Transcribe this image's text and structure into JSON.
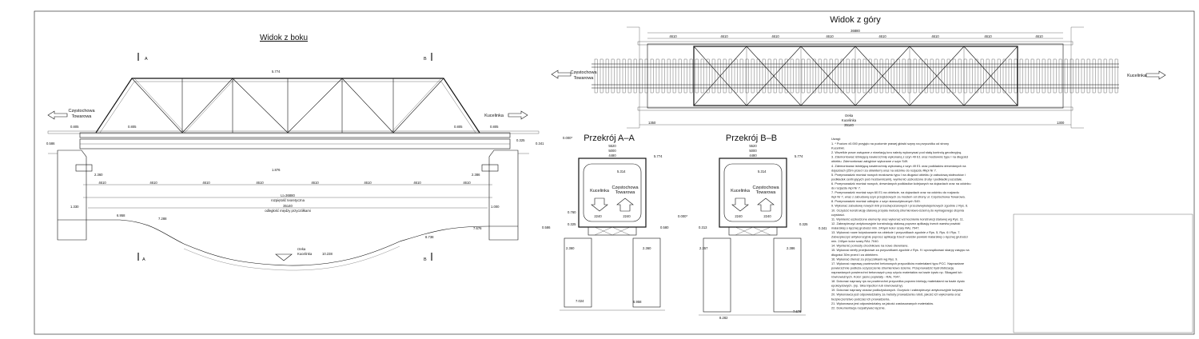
{
  "side_view": {
    "title": "Widok z boku",
    "section_a": "A",
    "section_b": "B",
    "dir_left": [
      "Częstochowa",
      "Towarowa"
    ],
    "dir_right": "Kucelinka",
    "river_label": "rzeka",
    "river_name": "Kucelinka",
    "top_level": "5.774",
    "lvl_0805_l": "0.805",
    "lvl_0805_r": "0.805",
    "lvl_0586": "0.586",
    "lvl_0325": "0.325",
    "lvl_0341": "0.341",
    "lvl_1876": "1.876",
    "lvl_2360": "2.360",
    "lvl_2386": "2.386",
    "lvl_6958": "6.958",
    "lvl_7288": "7.288",
    "lvl_7676": "7.676",
    "lvl_8738": "8.738",
    "lvl_10238": "10.238",
    "dim_1330": "1.330",
    "dim_1000": "1.000",
    "panel_dims": [
      "4610",
      "4610",
      "4610",
      "4610",
      "4610",
      "4610",
      "4610",
      "4610"
    ],
    "span_label": "Lt=36880",
    "span_desc": "rozpiętość teoretyczna",
    "clear_label": "35140",
    "clear_desc": "odległość między przyczółkami"
  },
  "top_view": {
    "title": "Widok z góry",
    "total": "36880",
    "panel_dims": [
      "4610",
      "4610",
      "4610",
      "4610",
      "4610",
      "4610",
      "4610",
      "4610"
    ],
    "dir_left": [
      "Częstochowa",
      "Towarowa"
    ],
    "dir_right": "Kucelinka",
    "river_label": "rzeka",
    "river_name": "Kucelinka",
    "dim_1350": "1350",
    "dim_35140": "35140",
    "dim_1300": "1300"
  },
  "section_a": {
    "title": "Przekrój A–A",
    "w1": "5520",
    "w2": "5000",
    "w3": "4480",
    "h1": "5.774",
    "h2": "5.314",
    "left_dir": "Kucelinka",
    "right_dir": [
      "Częstochowa",
      "Towarowa"
    ],
    "gauge_l": "2240",
    "gauge_r": "2240",
    "lvl_0000": "0.000*",
    "lvl_0760": "0.760",
    "lvl_0586": "0.586",
    "lvl_0325": "0.325",
    "lvl_0580": "0.580",
    "lvl_2360_l": "2.360",
    "lvl_2360_r": "2.360",
    "lvl_7024": "7.024",
    "lvl_6958": "6.958"
  },
  "section_b": {
    "title": "Przekrój B–B",
    "w1": "5520",
    "w2": "5000",
    "w3": "4480",
    "h1": "5.774",
    "h2": "5.314",
    "left_dir": "Kucelinka",
    "right_dir": [
      "Częstochowa",
      "Towarowa"
    ],
    "gauge_l": "2240",
    "gauge_r": "2240",
    "lvl_0000": "0.000*",
    "lvl_0313": "0.313",
    "lvl_0325": "0.325",
    "lvl_0341": "0.341",
    "lvl_2357": "2.357",
    "lvl_2386": "2.386",
    "lvl_8282": "8.282",
    "lvl_7676": "7.676"
  },
  "notes": {
    "heading": "Uwagi:",
    "lines": [
      "1. * Poziom ±0.000 przyjęto na poziomie prawej główki szyny na przyczółku od strony",
      "Kucelinki.",
      "2. Wszelkie prace związane z niwelacją toru należy wykonywać pod stałą kontrolą geodezyjną.",
      "3. Zdemontować istniejącą nawierzchnię wykonaną z szyn 49 E1 oraz mostownic typu I na długości",
      "obiektu. Zdemontować zabyjnice wykonane z szyn S49.",
      "4. Zdemontować istniejącą nawierzchnię wykonaną z szyn 49 E1 oraz podkładów drewnianych na",
      "dojazdach (25m przed i za obiektem) oraz na odcinku do rozjazdu Rkpl Nr 7.",
      "5. Przeprowadzić montaż nowych mostownic typu I na długości obiektu (z zabudową stołeczków i",
      "podkładek centrujących pod mostownicami), wymienić uszkodzone śruby i podkładki pozostałe.",
      "6. Przeprowadzić montaż nowych, drewnianych podkładów kolejowych na dojazdach oraz na odcinku",
      "do rozjazdu rkpl Nr 7.",
      "7. Przeprowadzić montaż szyn 60 E1 na obiekcie, na dojazdach oraz na odcinku do rozjazdu",
      "rkpl Nr 7, wraz z zabudową szyn przejściowych za mostem od strony ul. Częstochowa Towarowa.",
      "8. Przeprowadzić montaż odbojnic z szyn staroużytecznych S49.",
      "9. Wykonać zabudowę nowych linii przeciwpożarowych i przeciwwykolejeniowych zgodnie z Rys. 6.",
      "10. Oczyścić konstrukcję stalową przęsła metodą strumieniowo-ścierną do wymaganego stopnia",
      "czystości.",
      "11. Wymienić uszkodzone elementy oraz wykonać wzmocnienie konstrukcji stalowej wg Rys. 11.",
      "12. Zabezpieczyć antykorozyjnie konstrukcję stalową poprzez aplikację trzech warstw powłoki",
      "malarskiej o łącznej grubości min. 240μm kolor szary RAL 7047.",
      "13. Wykonać nowe łożyskowanie na obiekcie i przyczółkach zgodnie z Rys. 5, Rys. 6 i Rys. 7.",
      "Zabezpieczyć antykorozyjnie poprzez aplikację trzech warstw powłoki malarskiej o łącznej grubości",
      "min. 240μm kolor szary RAL 7040.",
      "14. Wymienić pomosty chodnikowe na nowe drewniane.",
      "15. Wykonać strefy przejściowe za przyczółkami zgodnie z Rys. 9 i uporządkować skarpy zasypu na",
      "długości 30m przed i za obiektem.",
      "16. Wykonać drenaż za przyczółkami wg Rys. 9.",
      "17. Wykonać naprawę powierzchni betonowych przyczółków materiałami typu PCC. Naprawiane",
      "powierzchnie podłoża oczyszczenie strumieniowo ścierne. Przeprowadzić hydrofobizację",
      "naprawianych powierzchni betonowych przy użyciu materiałów na bazie żywic np. Sikagard lub",
      "równoważnych. Kolor: jasno popielaty - RAL 7047.",
      "18. Dokonać naprawy rys na powierzchni przyczółka poprzez iniekcję materiałami na bazie żywic",
      "epoksydowych. (np. Sika Injection lub równoważny).",
      "19. Dokonać naprawy ciosów podłożyskowych. Oczyścić i zabezpieczyć antykorozyjnie łożyska.",
      "20. Wykonawca jest odpowiedzialny za metody prowadzenia robót, jakość ich wykonania oraz",
      "bezpieczeństwo podczas ich prowadzenia.",
      "21. Wykonawca jest odpowiedzialny za jakość zastosowanych materiałów.",
      "22. Dokumentacja rozpatrywać łącznie."
    ]
  }
}
